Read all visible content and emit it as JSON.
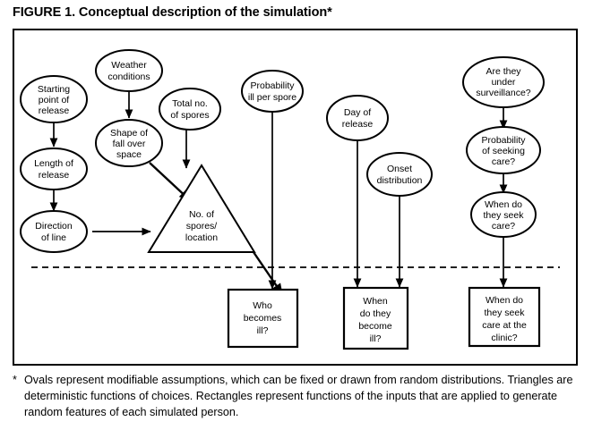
{
  "figure": {
    "title": "FIGURE 1. Conceptual description of the simulation*"
  },
  "footnote": {
    "marker": "*",
    "text": "Ovals represent modifiable assumptions, which can be fixed or drawn from random distributions. Triangles are deterministic functions of choices. Rectangles represent functions of the inputs that are applied to generate random features of each simulated person."
  },
  "diagram": {
    "type": "flowchart",
    "legend": {
      "oval": "modifiable assumptions, which can be fixed or drawn from random distributions",
      "triangle": "deterministic functions of choices",
      "rectangle": "functions of the inputs that are applied to generate random features of each simulated person"
    },
    "nodes": {
      "starting_point_of_release": {
        "shape": "oval",
        "line1": "Starting",
        "line2": "point of",
        "line3": "release"
      },
      "length_of_release": {
        "shape": "oval",
        "line1": "Length of",
        "line2": "release"
      },
      "direction_of_line": {
        "shape": "oval",
        "line1": "Direction",
        "line2": "of line"
      },
      "weather_conditions": {
        "shape": "oval",
        "line1": "Weather",
        "line2": "conditions"
      },
      "shape_of_fall_over_space": {
        "shape": "oval",
        "line1": "Shape of",
        "line2": "fall over",
        "line3": "space"
      },
      "total_no_of_spores": {
        "shape": "oval",
        "line1": "Total no.",
        "line2": "of spores"
      },
      "probability_ill_per_spore": {
        "shape": "oval",
        "line1": "Probability",
        "line2": "ill per spore"
      },
      "no_of_spores_location": {
        "shape": "triangle",
        "line1": "No. of",
        "line2": "spores/",
        "line3": "location"
      },
      "day_of_release": {
        "shape": "oval",
        "line1": "Day of",
        "line2": "release"
      },
      "onset_distribution": {
        "shape": "oval",
        "line1": "Onset",
        "line2": "distribution"
      },
      "are_they_under_surveillance": {
        "shape": "oval",
        "line1": "Are they",
        "line2": "under",
        "line3": "surveillance?"
      },
      "probability_of_seeking_care": {
        "shape": "oval",
        "line1": "Probability",
        "line2": "of seeking",
        "line3": "care?"
      },
      "when_do_they_seek_care": {
        "shape": "oval",
        "line1": "When do",
        "line2": "they seek",
        "line3": "care?"
      },
      "who_becomes_ill": {
        "shape": "rectangle",
        "line1": "Who",
        "line2": "becomes",
        "line3": "ill?"
      },
      "when_do_they_become_ill": {
        "shape": "rectangle",
        "line1": "When",
        "line2": "do they",
        "line3": "become",
        "line4": "ill?"
      },
      "when_do_they_seek_care_at_the_clinic": {
        "shape": "rectangle",
        "line1": "When do",
        "line2": "they seek",
        "line3": "care at the",
        "line4": "clinic?"
      }
    },
    "edges": [
      {
        "from": "starting_point_of_release",
        "to": "length_of_release"
      },
      {
        "from": "length_of_release",
        "to": "direction_of_line"
      },
      {
        "from": "direction_of_line",
        "to": "no_of_spores_location"
      },
      {
        "from": "weather_conditions",
        "to": "shape_of_fall_over_space"
      },
      {
        "from": "shape_of_fall_over_space",
        "to": "no_of_spores_location"
      },
      {
        "from": "total_no_of_spores",
        "to": "no_of_spores_location"
      },
      {
        "from": "no_of_spores_location",
        "to": "who_becomes_ill"
      },
      {
        "from": "probability_ill_per_spore",
        "to": "who_becomes_ill"
      },
      {
        "from": "day_of_release",
        "to": "when_do_they_become_ill"
      },
      {
        "from": "onset_distribution",
        "to": "when_do_they_become_ill"
      },
      {
        "from": "are_they_under_surveillance",
        "to": "probability_of_seeking_care"
      },
      {
        "from": "probability_of_seeking_care",
        "to": "when_do_they_seek_care"
      },
      {
        "from": "when_do_they_seek_care",
        "to": "when_do_they_seek_care_at_the_clinic"
      }
    ],
    "divider": {
      "style": "dashed",
      "label": ""
    }
  }
}
